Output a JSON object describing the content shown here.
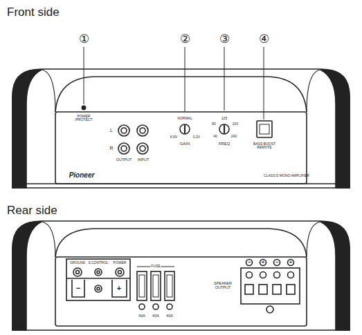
{
  "diagram": {
    "labels": [
      "Front side",
      "①",
      "②",
      "③",
      "④",
      "POWER /PROTECT",
      "L",
      "R",
      "OUTPUT",
      "INPUT",
      "NORMAL",
      "6.5V",
      "0.2V",
      "GAIN",
      "125",
      "80",
      "200",
      "40",
      "240",
      "FREQ",
      "BASS BOOST REMOTE",
      "Pioneer",
      "CLASS D MONO AMPLIFIER",
      "Rear side",
      "GROUND",
      "S.CONTROL",
      "POWER",
      "−",
      "+",
      "FUSE",
      "40A",
      "40A",
      "40A",
      "SPEAKER OUTPUT",
      "−",
      "+",
      "−",
      "+"
    ]
  }
}
